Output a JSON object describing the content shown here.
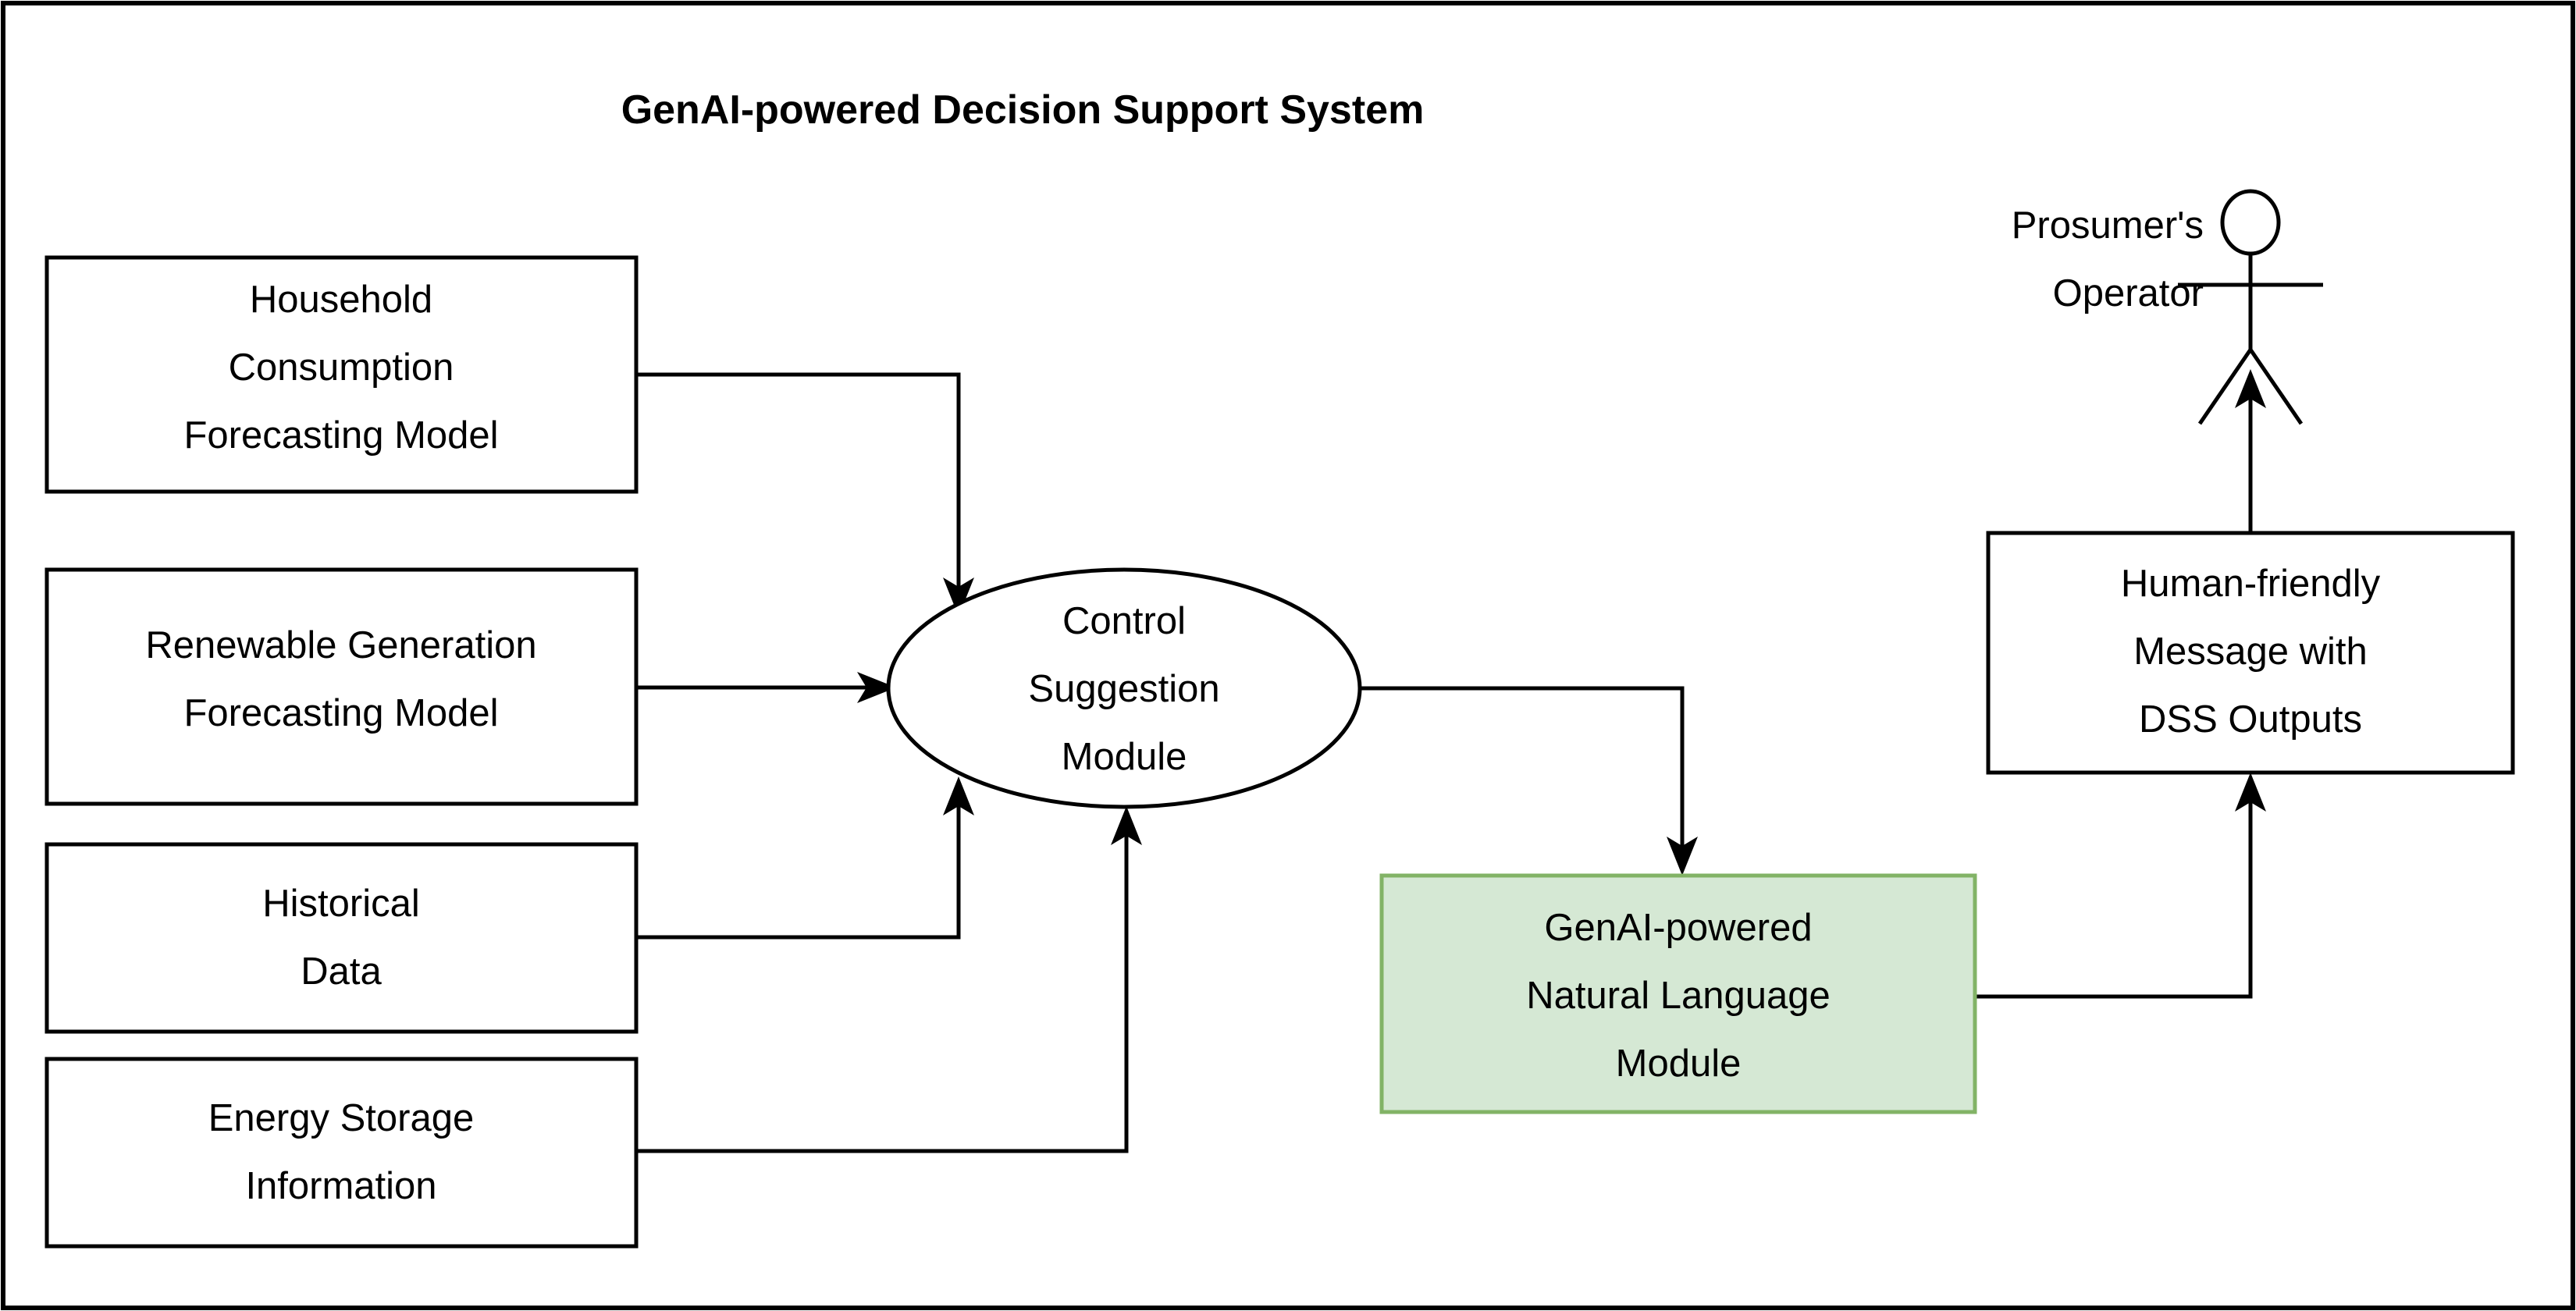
{
  "diagram": {
    "title": "GenAI-powered Decision Support System",
    "type": "block-flow-diagram",
    "frame_border_color": "#000000",
    "background_color": "#ffffff",
    "accent_fill": "#d5e8d4",
    "accent_stroke": "#82b366",
    "nodes": {
      "household": {
        "shape": "rectangle",
        "lines": [
          "Household",
          "Consumption",
          "Forecasting Model"
        ]
      },
      "renewable": {
        "shape": "rectangle",
        "lines": [
          "Renewable Generation",
          "Forecasting Model"
        ]
      },
      "historical": {
        "shape": "rectangle",
        "lines": [
          "Historical",
          "Data"
        ]
      },
      "storage": {
        "shape": "rectangle",
        "lines": [
          "Energy Storage",
          "Information"
        ]
      },
      "control": {
        "shape": "ellipse",
        "lines": [
          "Control",
          "Suggestion",
          "Module"
        ]
      },
      "genai": {
        "shape": "rectangle-highlighted",
        "lines": [
          "GenAI-powered",
          "Natural Language",
          "Module"
        ]
      },
      "message": {
        "shape": "rectangle",
        "lines": [
          "Human-friendly",
          "Message with",
          "DSS Outputs"
        ]
      },
      "operator": {
        "shape": "actor-stick-figure",
        "lines": [
          "Prosumer's",
          "Operator"
        ]
      }
    },
    "edges": [
      {
        "from": "household",
        "to": "control",
        "style": "orthogonal",
        "arrow": "to"
      },
      {
        "from": "renewable",
        "to": "control",
        "style": "straight",
        "arrow": "to"
      },
      {
        "from": "historical",
        "to": "control",
        "style": "orthogonal",
        "arrow": "to"
      },
      {
        "from": "storage",
        "to": "control",
        "style": "orthogonal",
        "arrow": "to"
      },
      {
        "from": "control",
        "to": "genai",
        "style": "orthogonal",
        "arrow": "to"
      },
      {
        "from": "genai",
        "to": "message",
        "style": "orthogonal",
        "arrow": "to"
      },
      {
        "from": "message",
        "to": "operator",
        "style": "straight",
        "arrow": "to"
      }
    ]
  }
}
